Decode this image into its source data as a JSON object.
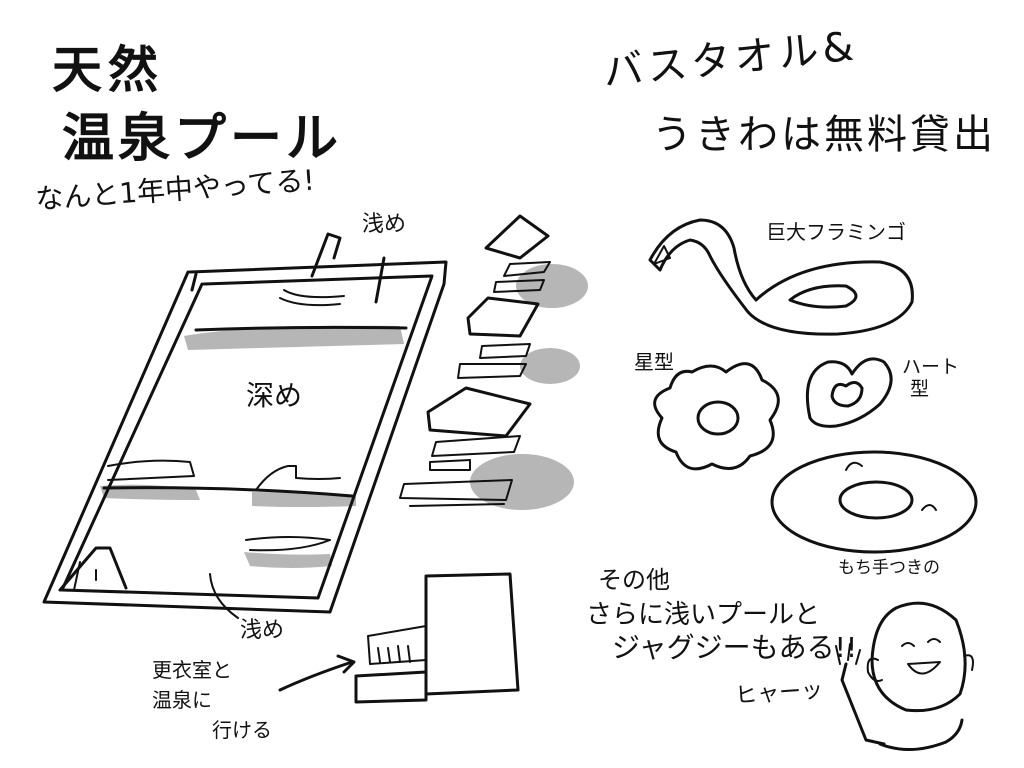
{
  "title": {
    "line1": "天然",
    "line2": "温泉プール",
    "subtitle": "なんと1年中やってる!"
  },
  "rental": {
    "line1": "バスタオル&",
    "line2": "うきわは無料貸出"
  },
  "pool": {
    "shallow_top": "浅め",
    "deep": "深め",
    "shallow_bottom": "浅め",
    "locker_note": [
      "更衣室と",
      "温泉に",
      "行ける"
    ]
  },
  "floats": {
    "flamingo": "巨大フラミンゴ",
    "star": "星型",
    "heart": [
      "ハート",
      "型"
    ],
    "handle": "もち手つきの"
  },
  "other": {
    "line1": "その他",
    "line2": "さらに浅いプールと",
    "line3": "ジャグジーもある!!"
  },
  "wave": "ヒャーッ"
}
